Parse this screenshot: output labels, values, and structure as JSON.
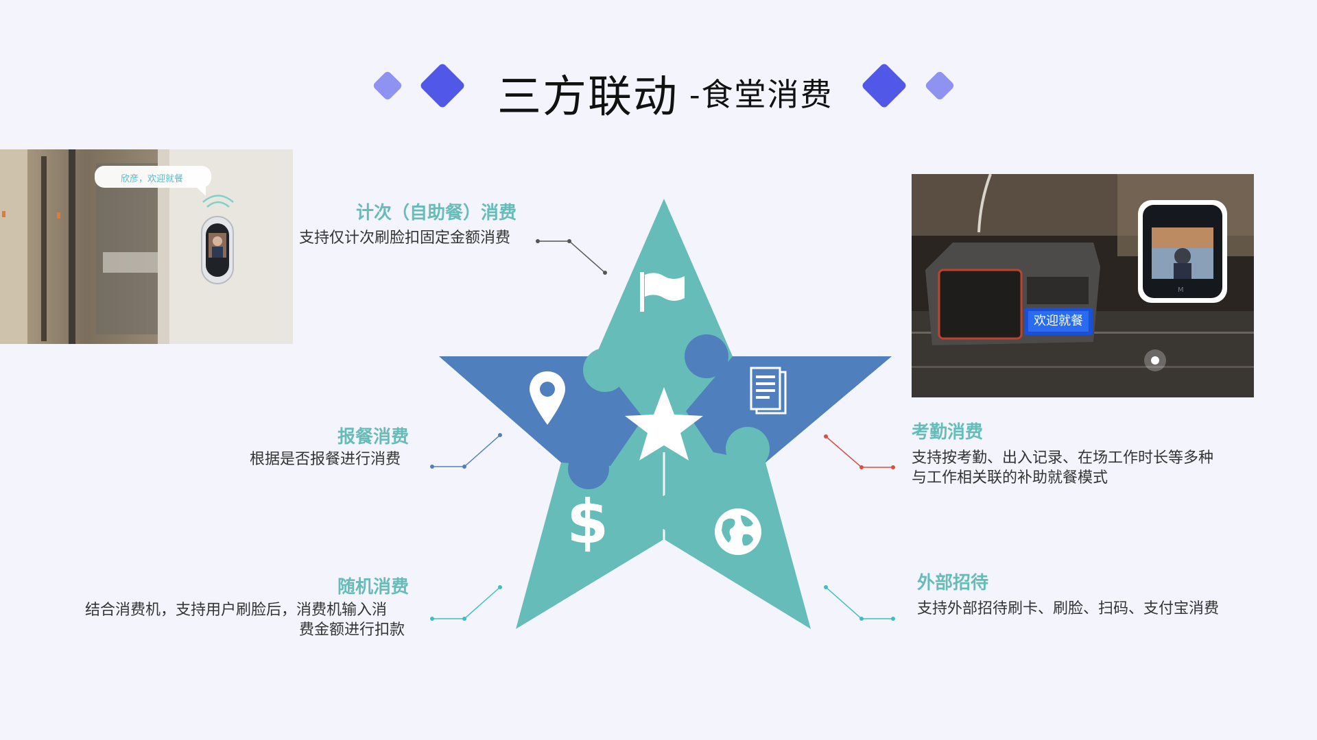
{
  "header": {
    "title_main": "三方联动",
    "title_sub": "-食堂消费"
  },
  "photos": {
    "left_bubble": "欣彦，欢迎就餐",
    "right_screen": "欢迎就餐"
  },
  "features": [
    {
      "heading": "计次（自助餐）消费",
      "desc": "支持仅计次刷脸扣固定金额消费"
    },
    {
      "heading": "报餐消费",
      "desc": "根据是否报餐进行消费"
    },
    {
      "heading": "随机消费",
      "desc_line1": "结合消费机，支持用户刷脸后，消费机输入消",
      "desc_line2": "费金额进行扣款"
    },
    {
      "heading": "考勤消费",
      "desc_line1": "支持按考勤、出入记录、在场工作时长等多种",
      "desc_line2": "与工作相关联的补助就餐模式"
    },
    {
      "heading": "外部招待",
      "desc": "支持外部招待刷卡、刷脸、扫码、支付宝消费"
    }
  ],
  "icons": [
    "flag-icon",
    "map-pin-icon",
    "document-icon",
    "dollar-icon",
    "globe-icon"
  ],
  "colors": {
    "teal": "#66bcb8",
    "blue": "#4f80bd",
    "title_diamond": "#5157e6",
    "title_diamond_light": "#8e93f2",
    "red_connector": "#d84f43"
  }
}
